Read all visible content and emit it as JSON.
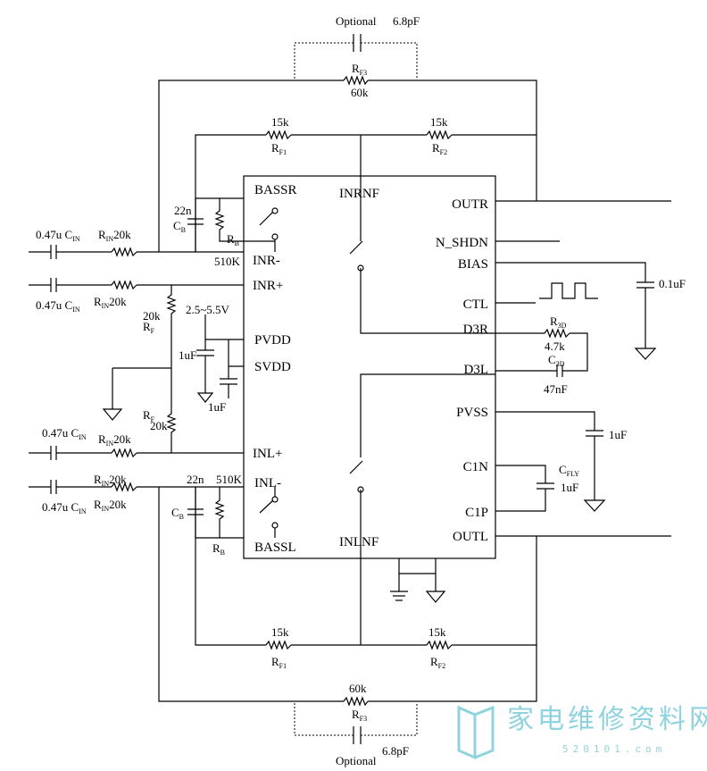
{
  "chip": {
    "pins_left": [
      "BASSR",
      "INR-",
      "INR+",
      "PVDD",
      "SVDD",
      "INL+",
      "INL-",
      "BASSL"
    ],
    "pins_right": [
      "OUTR",
      "N_SHDN",
      "BIAS",
      "CTL",
      "D3R",
      "D3L",
      "PVSS",
      "C1N",
      "C1P",
      "OUTL"
    ],
    "pins_inner": [
      "INRNF",
      "INLNF"
    ]
  },
  "top": {
    "optional": "Optional",
    "cap": "6.8pF",
    "rf3_label": "R",
    "rf3_sub": "F3",
    "rf3_value": "60k",
    "rf1_value": "15k",
    "rf1_label": "R",
    "rf1_sub": "F1",
    "rf2_value": "15k",
    "rf2_label": "R",
    "rf2_sub": "F2"
  },
  "bottom": {
    "optional": "Optional",
    "cap": "6.8pF",
    "rf3_label": "R",
    "rf3_sub": "F3",
    "rf3_value": "60k",
    "rf1_value": "15k",
    "rf1_label": "R",
    "rf1_sub": "F1",
    "rf2_value": "15k",
    "rf2_label": "R",
    "rf2_sub": "F2"
  },
  "left": {
    "cin_value": "0.47u",
    "cin_label": "C",
    "cin_sub": "IN",
    "rin_label": "R",
    "rin_sub": "IN",
    "rin_value": "20k",
    "cb_value": "22n",
    "cb_label": "C",
    "cb_sub": "B",
    "rb_label": "R",
    "rb_sub": "B",
    "rb_value": "510K",
    "rf_label": "R",
    "rf_sub": "F",
    "rf_value": "20k",
    "supply": "2.5~5.5V",
    "cap_1uf": "1uF"
  },
  "right": {
    "bias_cap": "0.1uF",
    "r3d_label": "R",
    "r3d_sub": "3D",
    "r3d_value": "4.7k",
    "c3d_label": "C",
    "c3d_sub": "3D",
    "c3d_value": "47nF",
    "pvss_cap": "1uF",
    "cfly_label": "C",
    "cfly_sub": "FLY",
    "cfly_value": "1uF"
  },
  "watermark": {
    "text": "家电维修资料网",
    "domain": "520101.com"
  }
}
